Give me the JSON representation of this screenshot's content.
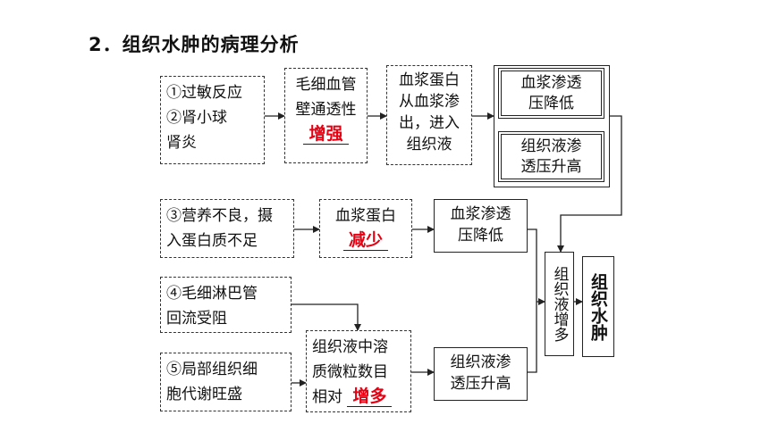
{
  "title": "2．组织水肿的病理分析",
  "cause1": {
    "line1": "①过敏反应",
    "line2": "②肾小球",
    "line3": "肾炎"
  },
  "capillary": {
    "line1": "毛细血管",
    "line2": "壁通透性",
    "fill": "增强"
  },
  "plasma_leak": {
    "line1": "血浆蛋白",
    "line2": "从血浆渗",
    "line3": "出，进入",
    "line4": "组织液"
  },
  "plasma_osm_low_top": {
    "line1": "血浆渗透",
    "line2": "压降低"
  },
  "tissue_osm_high_top": {
    "line1": "组织液渗",
    "line2": "透压升高"
  },
  "cause3": {
    "line1": "③营养不良，摄",
    "line2": "入蛋白质不足"
  },
  "plasma_protein": {
    "line1": "血浆蛋白",
    "fill": "减少"
  },
  "plasma_osm_low_mid": {
    "line1": "血浆渗透",
    "line2": "压降低"
  },
  "cause4": {
    "line1": "④毛细淋巴管",
    "line2": "回流受阻"
  },
  "cause5": {
    "line1": "⑤局部组织细",
    "line2": "胞代谢旺盛"
  },
  "solute": {
    "line1": "组织液中溶",
    "line2": "质微粒数目",
    "line3": "相对",
    "fill": "增多"
  },
  "tissue_osm_high_bottom": {
    "line1": "组织液渗",
    "line2": "透压升高"
  },
  "tissue_fluid_increase": "组织液增多",
  "edema": "组织水肿"
}
